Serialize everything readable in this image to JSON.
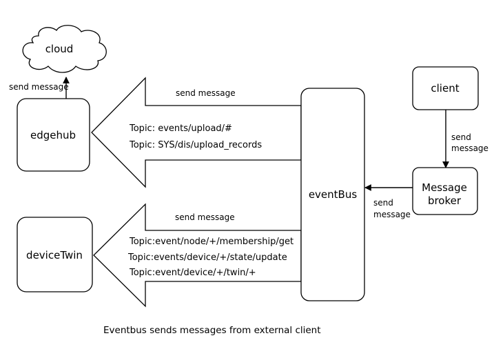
{
  "nodes": {
    "cloud": "cloud",
    "edgehub": "edgehub",
    "device_twin": "deviceTwin",
    "event_bus": "eventBus",
    "client": "client",
    "message_broker": [
      "Message",
      "broker"
    ]
  },
  "edges": {
    "edgehub_to_cloud": "send message",
    "client_to_broker": [
      "send",
      "message"
    ],
    "broker_to_eventbus": [
      "send",
      "message"
    ],
    "eventbus_to_edgehub": {
      "label": "send message",
      "topics": [
        "Topic: events/upload/#",
        "Topic: SYS/dis/upload_records"
      ]
    },
    "eventbus_to_devicetwin": {
      "label": "send message",
      "topics": [
        "Topic:event/node/+/membership/get",
        "Topic:events/device/+/state/update",
        "Topic:event/device/+/twin/+"
      ]
    }
  },
  "caption": "Eventbus sends messages from external client"
}
